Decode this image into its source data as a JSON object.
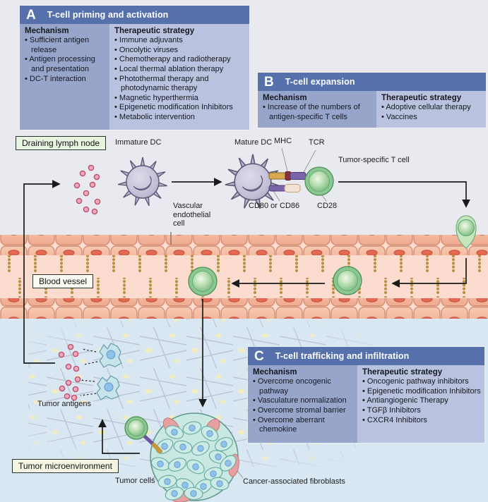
{
  "figure": {
    "panel_a": {
      "letter": "A",
      "title": "T-cell priming and activation",
      "mechanism_title": "Mechanism",
      "mechanism_items": [
        "Sufficient antigen release",
        "Antigen processing and presentation",
        "DC-T interaction"
      ],
      "strategy_title": "Therapeutic strategy",
      "strategy_items": [
        "Immune adjuvants",
        "Oncolytic viruses",
        "Chemotherapy and radiotherapy",
        "Local thermal ablation therapy",
        "Photothermal therapy and photodynamic therapy",
        "Magnetic hyperthermia",
        "Epigenetic modification Inhibitors",
        "Metabolic intervention"
      ]
    },
    "panel_b": {
      "letter": "B",
      "title": "T-cell expansion",
      "mechanism_title": "Mechanism",
      "mechanism_items": [
        "Increase of the numbers of antigen-specific T cells"
      ],
      "strategy_title": "Therapeutic strategy",
      "strategy_items": [
        "Adoptive cellular therapy",
        "Vaccines"
      ]
    },
    "panel_c": {
      "letter": "C",
      "title": "T-cell trafficking and infiltration",
      "mechanism_title": "Mechanism",
      "mechanism_items": [
        "Overcome oncogenic pathway",
        "Vasculature normalization",
        "Overcome stromal barrier",
        "Overcome aberrant chemokine"
      ],
      "strategy_title": "Therapeutic strategy",
      "strategy_items": [
        "Oncogenic pathway inhibitors",
        "Epigenetic modification Inhibitors",
        "Antiangiogenic Therapy",
        "TGFβ Inhibitors",
        "CXCR4 Inhibitors"
      ]
    }
  },
  "labels": {
    "draining_lymph_node": "Draining lymph node",
    "immature_dc": "Immature DC",
    "mature_dc": "Mature DC",
    "mhc": "MHC",
    "tcr": "TCR",
    "tumor_specific_t_cell": "Tumor-specific T cell",
    "cd80_cd86": "CD80 or CD86",
    "cd28": "CD28",
    "vascular_endothelial_cell": "Vascular endothelial cell",
    "blood_vessel": "Blood vessel",
    "tumor_antigens": "Tumor antigens",
    "tumor_microenvironment": "Tumor microenvironment",
    "tumor_cells": "Tumor cells",
    "cancer_associated_fibroblasts": "Cancer-associated fibroblasts"
  },
  "colors": {
    "panel_header": "#5570ab",
    "panel_mechanism_bg": "#98a5ca",
    "panel_strategy_bg": "#b9c2de",
    "background_top": "#e9e9f0",
    "background_bottom": "#d8e7f2",
    "vessel_lumen": "#fbdcce",
    "endothelium_pink": "#f5bda6",
    "t_cell_green": "#7dbd82",
    "tumor_cell_teal": "#c9e8e3",
    "fibroblast_pink": "#e7a0a0",
    "antigen_pink": "#f2a9ba",
    "adhesion_bead_tan": "#bb9243"
  }
}
